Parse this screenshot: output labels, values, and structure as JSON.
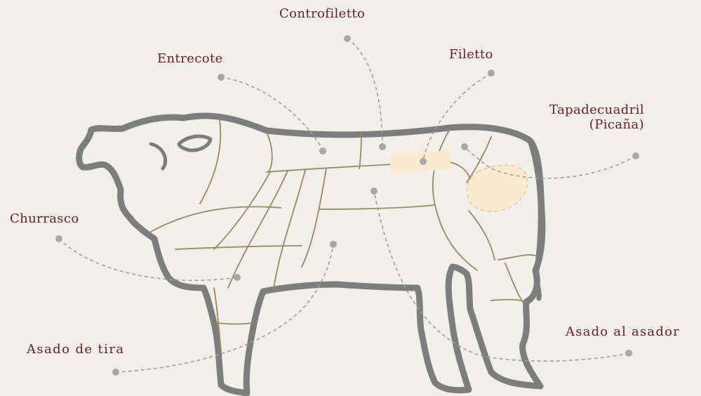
{
  "labels": {
    "controfiletto": "Controfiletto",
    "entrecote": "Entrecote",
    "filetto": "Filetto",
    "tapadecuadril_line1": "Tapadecuadril",
    "tapadecuadril_line2": "(Picaña)",
    "churrasco": "Churrasco",
    "asado_de_tira": "Asado de tira",
    "asado_al_asador": "Asado al asador"
  },
  "colors": {
    "background": "#f1efea",
    "label_text": "#6e1d22",
    "outline": "#7a7a7a",
    "cut_lines": "#9a8a62",
    "leader_lines": "#9a9a9a",
    "highlight_fill": "#faead0"
  }
}
